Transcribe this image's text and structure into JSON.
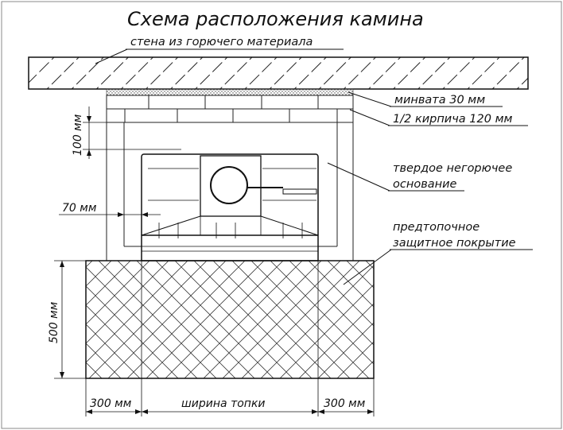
{
  "title": "Схема расположения камина",
  "labels": {
    "wall": "стена из горючего материала",
    "mineral_wool": "минвата 30 мм",
    "half_brick": "1/2 кирпича 120 мм",
    "solid_base_line1": "твердое негорючее",
    "solid_base_line2": "основание",
    "pre_firebox_line1": "предтопочное",
    "pre_firebox_line2": "защитное покрытие"
  },
  "dimensions": {
    "gap_top": "100 мм",
    "gap_side": "70 мм",
    "floor_depth": "500 мм",
    "floor_left": "300 мм",
    "firebox_width": "ширина топки",
    "floor_right": "300 мм"
  }
}
